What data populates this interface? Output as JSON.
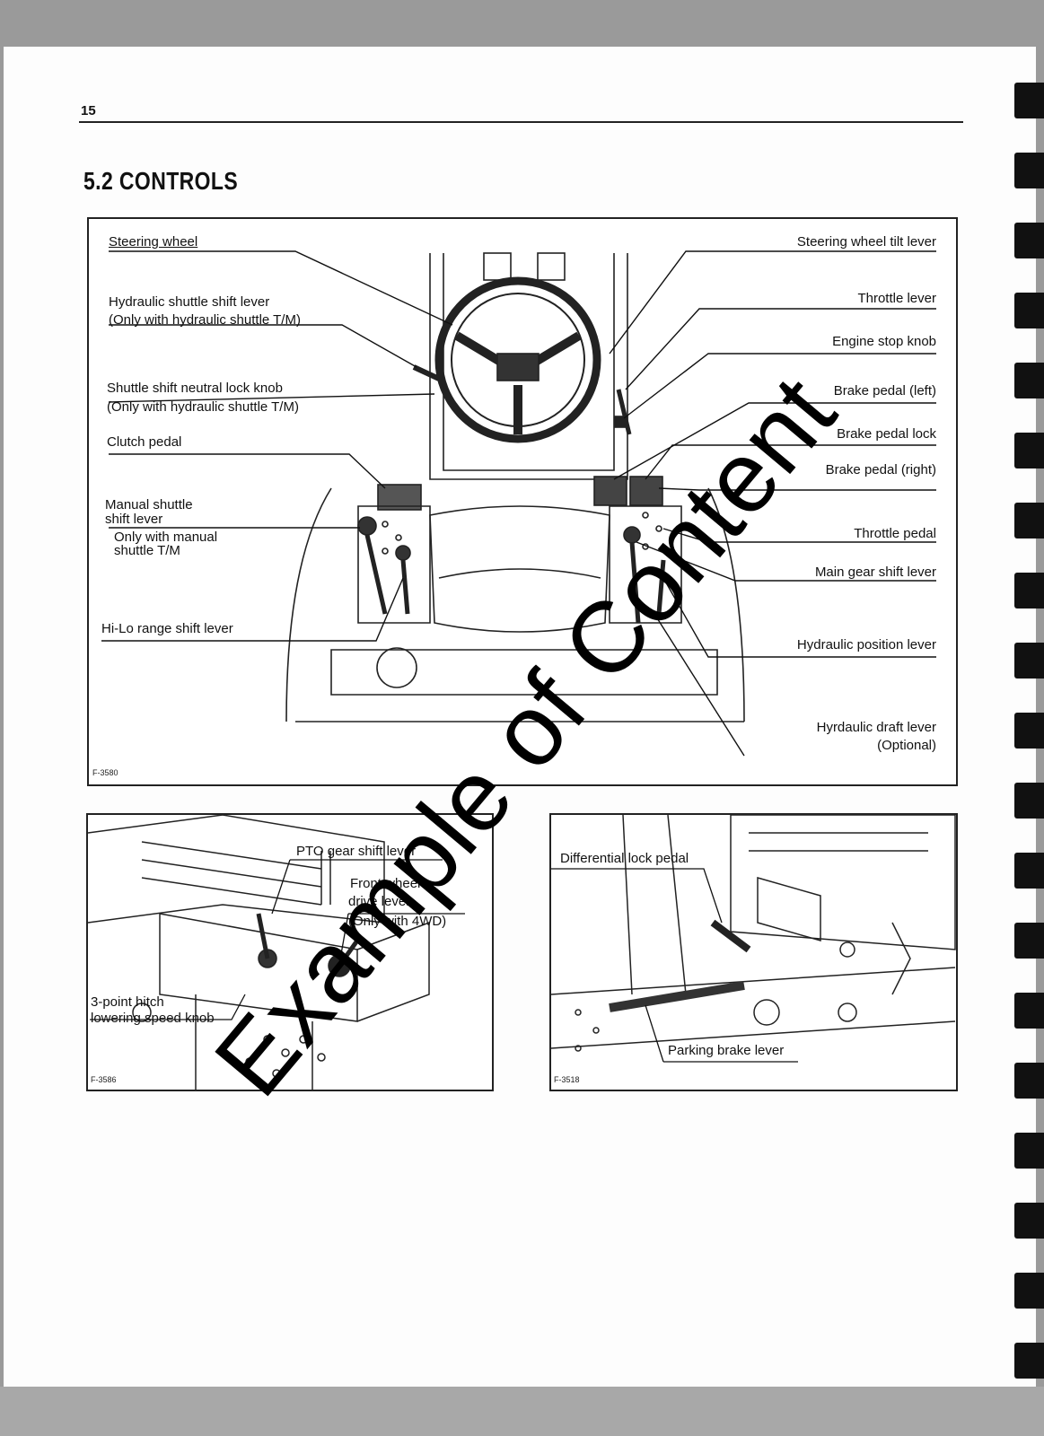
{
  "page_number": "15",
  "section_title": "5.2 CONTROLS",
  "watermark": "Example of Content",
  "main_figure": {
    "code": "F-3580",
    "left_labels": [
      {
        "line1": "Steering wheel",
        "line2": ""
      },
      {
        "line1": "Hydraulic shuttle shift lever",
        "line2": "(Only with hydraulic shuttle T/M)"
      },
      {
        "line1": "Shuttle shift neutral lock knob",
        "line2": "(Only with hydraulic shuttle T/M)"
      },
      {
        "line1": "Clutch pedal",
        "line2": ""
      },
      {
        "line1": "Manual shuttle",
        "line2": "shift lever",
        "line3": "Only with manual",
        "line4": "shuttle T/M"
      },
      {
        "line1": "Hi-Lo range shift lever",
        "line2": ""
      }
    ],
    "right_labels": [
      {
        "line1": "Steering wheel tilt lever",
        "line2": ""
      },
      {
        "line1": "Throttle lever",
        "line2": ""
      },
      {
        "line1": "Engine stop knob",
        "line2": ""
      },
      {
        "line1": "Brake pedal (left)",
        "line2": ""
      },
      {
        "line1": "Brake pedal lock",
        "line2": ""
      },
      {
        "line1": "Brake pedal (right)",
        "line2": ""
      },
      {
        "line1": "Throttle pedal",
        "line2": ""
      },
      {
        "line1": "Main gear shift lever",
        "line2": ""
      },
      {
        "line1": "Hydraulic position lever",
        "line2": ""
      },
      {
        "line1": "Hyrdaulic draft lever",
        "line2": "(Optional)"
      }
    ]
  },
  "left_figure": {
    "code": "F-3586",
    "labels": [
      {
        "line1": "PTO gear shift lever"
      },
      {
        "line1": "Front wheel",
        "line2": "drive lever",
        "line3": "(Only with 4WD)"
      },
      {
        "line1": "3-point hitch",
        "line2": "lowering speed knob"
      }
    ]
  },
  "right_figure": {
    "code": "F-3518",
    "labels": [
      {
        "line1": "Differential lock pedal"
      },
      {
        "line1": "Parking brake lever"
      }
    ]
  }
}
